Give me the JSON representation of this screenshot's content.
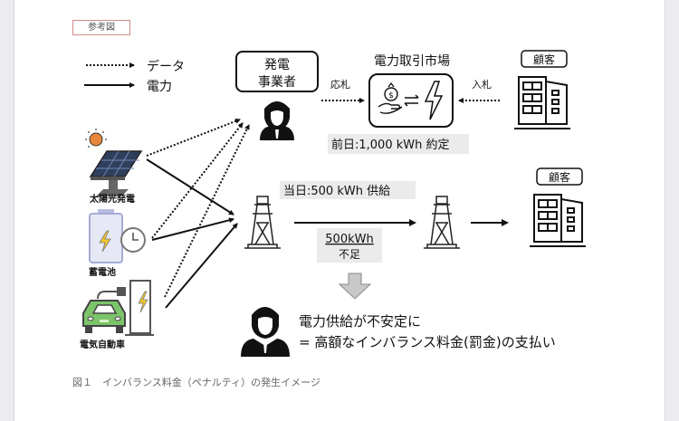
{
  "reference_tag": "参考図",
  "legend": {
    "data_label": "データ",
    "power_label": "電力"
  },
  "generator": {
    "label_line1": "発電",
    "label_line2": "事業者"
  },
  "market": {
    "title": "電力取引市場",
    "bid_response_label": "応札",
    "bid_label": "入札",
    "day_ahead_note": "前日:1,000 kWh 約定"
  },
  "customer_top": {
    "label": "顧客"
  },
  "customer_bottom": {
    "label": "顧客"
  },
  "sources": {
    "solar": "太陽光発電",
    "battery": "蓄電池",
    "ev": "電気自動車"
  },
  "grid": {
    "same_day_note": "当日:500 kWh 供給",
    "shortage_line1": "500kWh",
    "shortage_line2": "不足"
  },
  "result": {
    "line1": "電力供給が不安定に",
    "line2": "= 高額なインバランス料金(罰金)の支払い"
  },
  "caption": "図１　インバランス料金（ペナルティ）の発生イメージ",
  "colors": {
    "sun": "#e8873a",
    "panel": "#2f3f5c",
    "battery": "#b8bde0",
    "bolt": "#f2c530",
    "car": "#7cc46a",
    "note_bg": "#ebebeb",
    "down_arrow": "#c8c8c8"
  }
}
